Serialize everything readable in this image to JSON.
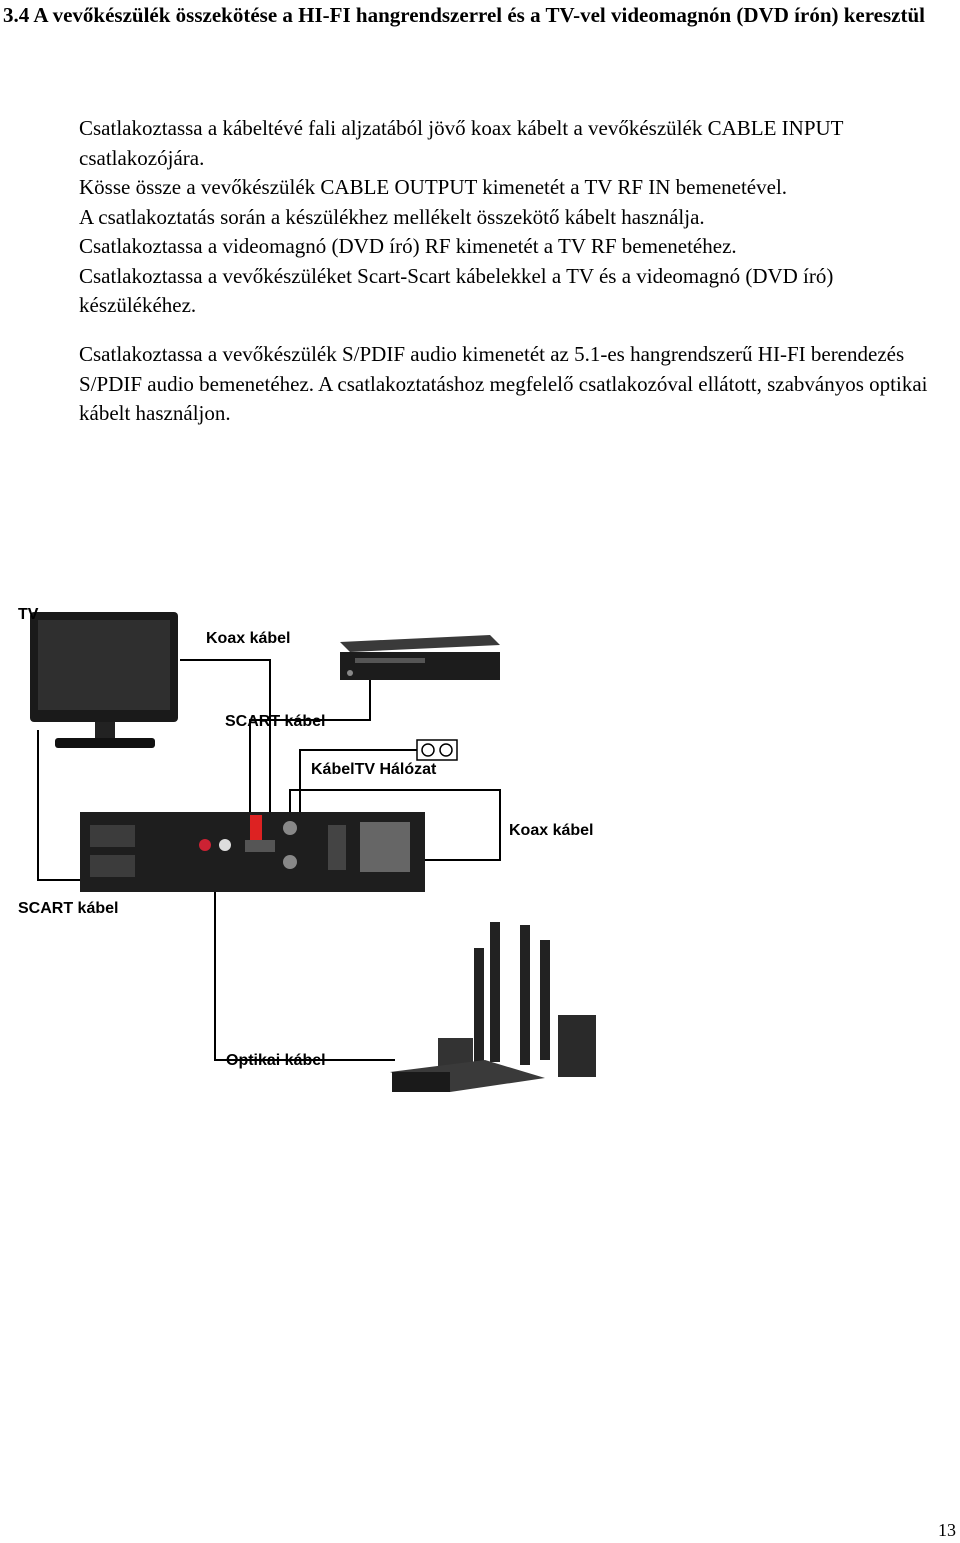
{
  "section": {
    "heading": "3.4 A vevőkészülék összekötése a HI-FI hangrendszerrel és a TV-vel videomagnón (DVD írón) keresztül"
  },
  "instructions": {
    "line1": "Csatlakoztassa a kábeltévé fali aljzatából jövő koax kábelt a vevőkészülék CABLE INPUT csatlakozójára.",
    "line2": "Kösse össze a vevőkészülék CABLE OUTPUT kimenetét a TV RF IN bemenetével.",
    "line3": "A csatlakoztatás során a készülékhez mellékelt összekötő kábelt használja.",
    "line4": "Csatlakoztassa a videomagnó (DVD író) RF kimenetét a TV RF bemenetéhez.",
    "line5": "Csatlakoztassa a vevőkészüléket Scart-Scart kábelekkel a TV és a videomagnó (DVD író) készülékéhez.",
    "audio": "Csatlakoztassa a vevőkészülék S/PDIF audio kimenetét az 5.1-es hangrendszerű HI-FI berendezés S/PDIF audio bemenetéhez. A csatlakoztatáshoz megfelelő csatlakozóval ellátott, szabványos optikai kábelt használjon."
  },
  "diagram": {
    "tv_label": "TV",
    "koax_top": "Koax kábel",
    "scart_top": "SCART kábel",
    "cable_network": "KábelTV Hálózat",
    "koax_right": "Koax kábel",
    "scart_left": "SCART kábel",
    "optical": "Optikai kábel"
  },
  "page": {
    "number": "13"
  }
}
